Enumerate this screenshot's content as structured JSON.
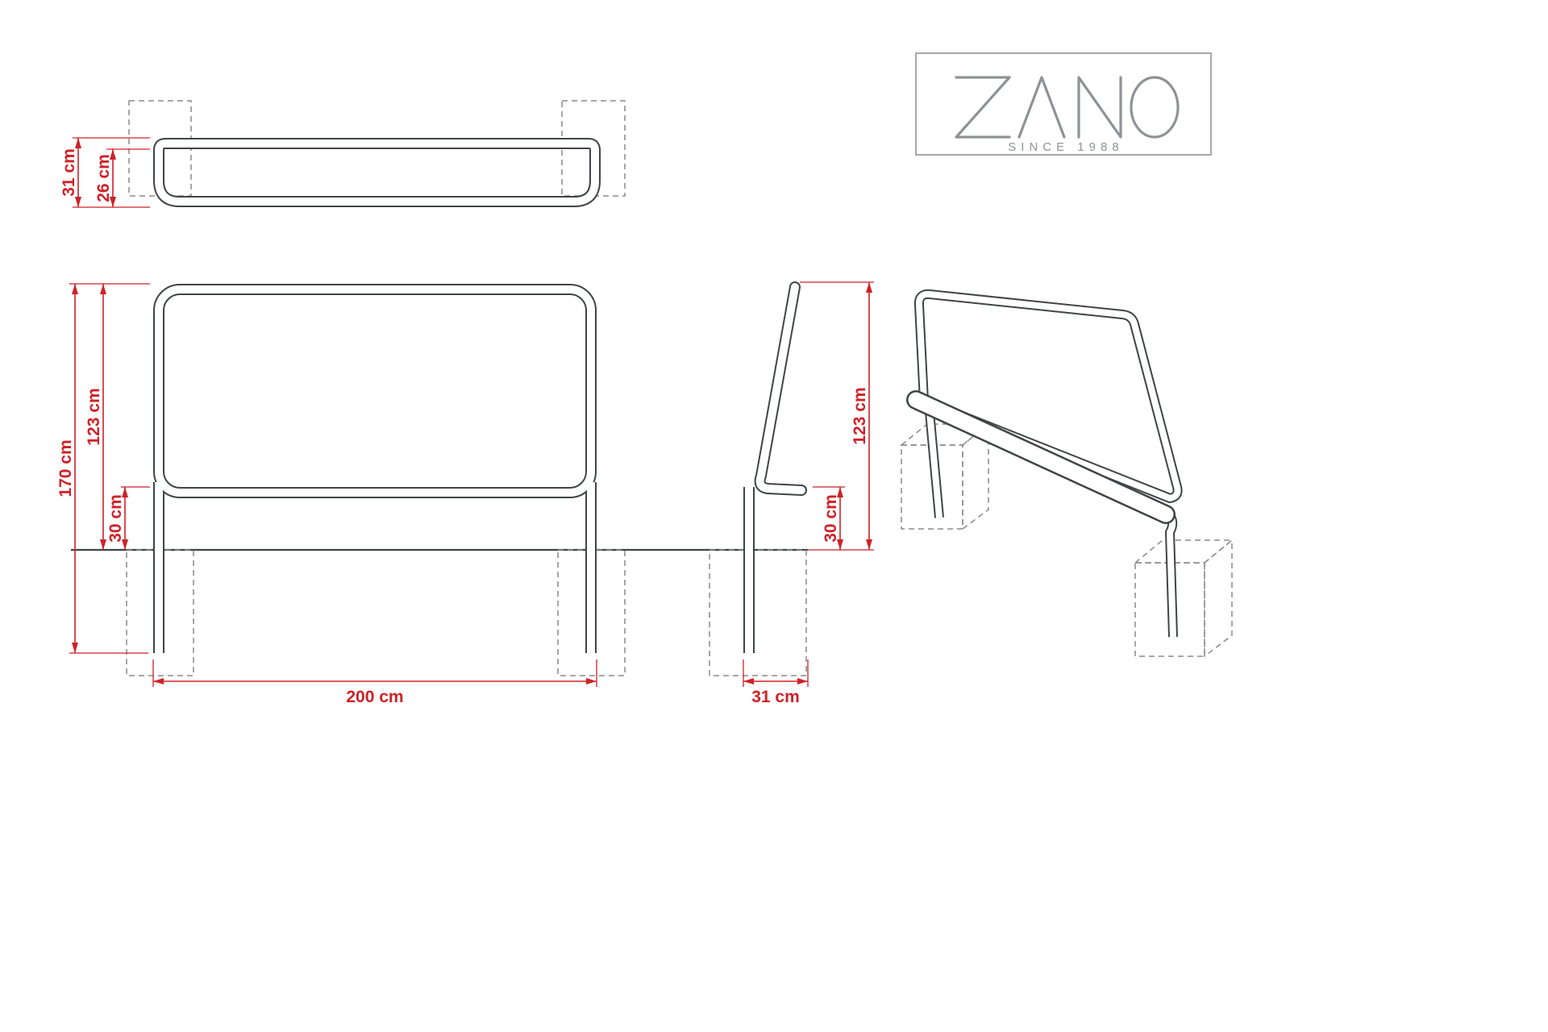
{
  "colors": {
    "background": "#ffffff",
    "drawing": "#3f4447",
    "dashed": "#8a8a8a",
    "dimension": "#cf2127",
    "logo": "#8f9295",
    "logo_box_border": "#a8a8a8"
  },
  "logo": {
    "brand": "ZANO",
    "tagline": "SINCE 1988"
  },
  "views": {
    "top": {
      "dims": {
        "depth_total": "31 cm",
        "seat_depth": "26 cm"
      }
    },
    "front": {
      "dims": {
        "total_height": "170 cm",
        "height_above_ground": "123 cm",
        "seat_height": "30 cm",
        "width": "200 cm"
      }
    },
    "side": {
      "dims": {
        "height_above_ground": "123 cm",
        "seat_height": "30 cm",
        "depth": "31 cm"
      }
    }
  }
}
